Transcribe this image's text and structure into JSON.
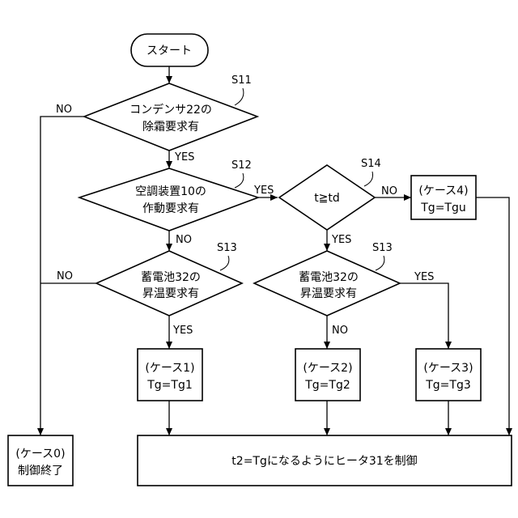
{
  "nodes": {
    "start": "スタート",
    "s11": {
      "step": "S11",
      "line1": "コンデンサ22の",
      "line2": "除霜要求有"
    },
    "s12": {
      "step": "S12",
      "line1": "空調装置10の",
      "line2": "作動要求有"
    },
    "s13a": {
      "step": "S13",
      "line1": "蓄電池32の",
      "line2": "昇温要求有"
    },
    "s13b": {
      "step": "S13",
      "line1": "蓄電池32の",
      "line2": "昇温要求有"
    },
    "s14": {
      "step": "S14",
      "line1": "t≧td"
    },
    "case0": {
      "line1": "(ケース0)",
      "line2": "制御終了"
    },
    "case1": {
      "line1": "(ケース1)",
      "line2": "Tg=Tg1"
    },
    "case2": {
      "line1": "(ケース2)",
      "line2": "Tg=Tg2"
    },
    "case3": {
      "line1": "(ケース3)",
      "line2": "Tg=Tg3"
    },
    "case4": {
      "line1": "(ケース4)",
      "line2": "Tg=Tgu"
    },
    "control": "t2=Tgになるようにヒータ31を制御"
  },
  "labels": {
    "s11_no": "NO",
    "s11_yes": "YES",
    "s12_yes": "YES",
    "s12_no": "NO",
    "s13a_no": "NO",
    "s13a_yes": "YES",
    "s14_no": "NO",
    "s14_yes": "YES",
    "s13b_yes": "YES",
    "s13b_no": "NO"
  }
}
